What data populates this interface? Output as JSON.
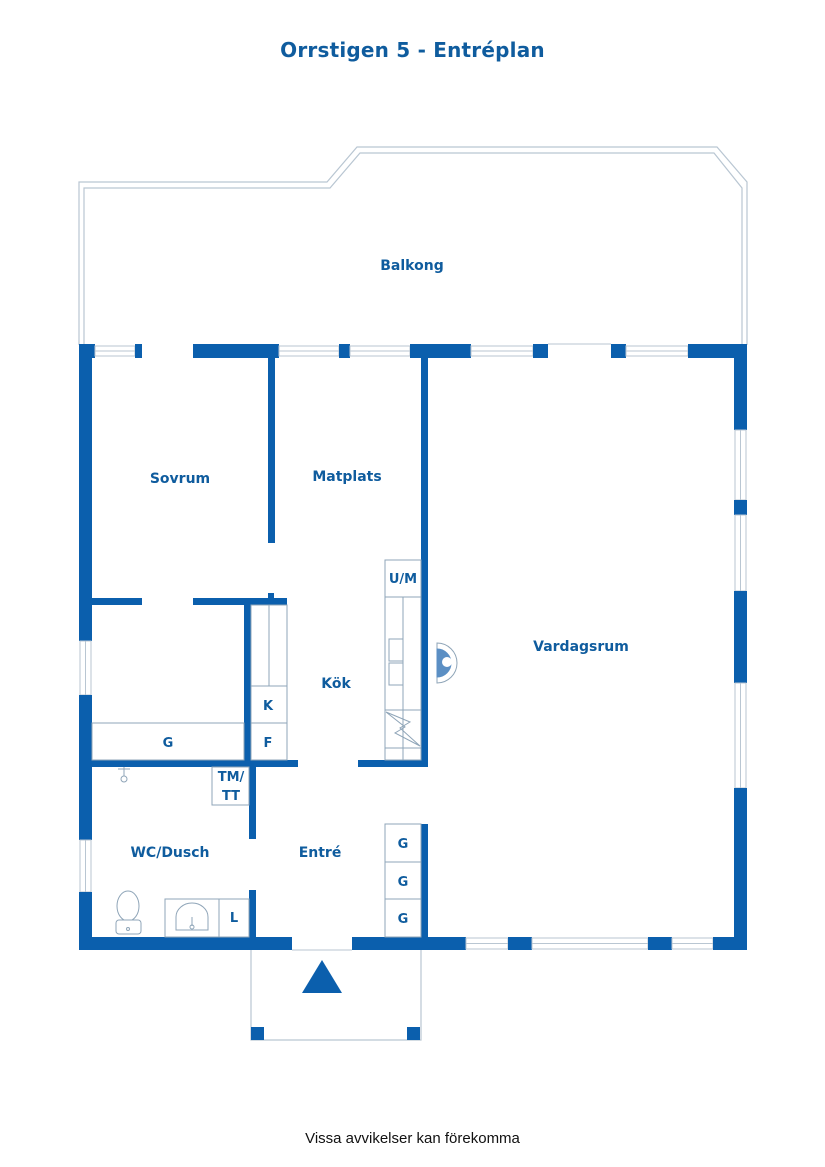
{
  "title": "Orrstigen 5 - Entréplan",
  "footer": "Vissa avvikelser kan förekomma",
  "colors": {
    "wall": "#0b5fad",
    "label": "#0f5c9e",
    "thin_line": "#b9c6d2"
  },
  "rooms": {
    "balkong": "Balkong",
    "sovrum": "Sovrum",
    "matplats": "Matplats",
    "kok": "Kök",
    "vardagsrum": "Vardagsrum",
    "wc_dusch": "WC/Dusch",
    "entre": "Entré"
  },
  "fixtures": {
    "um": "U/M",
    "k": "K",
    "f": "F",
    "g_closet": "G",
    "tm": "TM/",
    "tt": "TT",
    "l": "L",
    "g_entre": [
      "G",
      "G",
      "G"
    ]
  },
  "icons": {
    "entrance": "triangle-up",
    "fireplace": "round-stove",
    "stove": "zigzag-stove",
    "toilet": "toilet",
    "sink": "sink",
    "shower": "shower-head"
  }
}
